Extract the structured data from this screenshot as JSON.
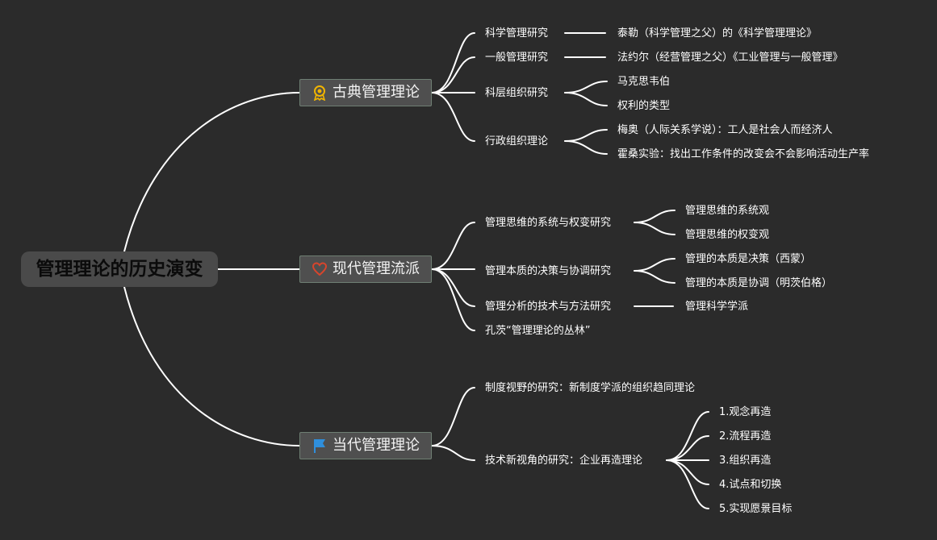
{
  "root": {
    "label": "管理理论的历史演变"
  },
  "branches": [
    {
      "label": "古典管理理论",
      "icon": "medal-icon",
      "children": [
        {
          "label": "科学管理研究",
          "children": [
            "泰勒（科学管理之父）的《科学管理理论》"
          ]
        },
        {
          "label": "一般管理研究",
          "children": [
            "法约尔（经营管理之父）《工业管理与一般管理》"
          ]
        },
        {
          "label": "科层组织研究",
          "children": [
            "马克思韦伯",
            "权利的类型"
          ]
        },
        {
          "label": "行政组织理论",
          "children": [
            "梅奥（人际关系学说）：工人是社会人而经济人",
            "霍桑实验：找出工作条件的改变会不会影响活动生产率"
          ]
        }
      ]
    },
    {
      "label": "现代管理流派",
      "icon": "heart-icon",
      "children": [
        {
          "label": "管理思维的系统与权变研究",
          "children": [
            "管理思维的系统观",
            "管理思维的权变观"
          ]
        },
        {
          "label": "管理本质的决策与协调研究",
          "children": [
            "管理的本质是决策（西蒙）",
            "管理的本质是协调（明茨伯格）"
          ]
        },
        {
          "label": "管理分析的技术与方法研究",
          "children": [
            "管理科学学派"
          ]
        },
        {
          "label": "孔茨“管理理论的丛林”",
          "children": []
        }
      ]
    },
    {
      "label": "当代管理理论",
      "icon": "flag-icon",
      "children": [
        {
          "label": "制度视野的研究：新制度学派的组织趋同理论",
          "children": []
        },
        {
          "label": "技术新视角的研究：企业再造理论",
          "children": [
            "1.观念再造",
            "2.流程再造",
            "3.组织再造",
            "4.试点和切换",
            "5.实现愿景目标"
          ]
        }
      ]
    }
  ]
}
